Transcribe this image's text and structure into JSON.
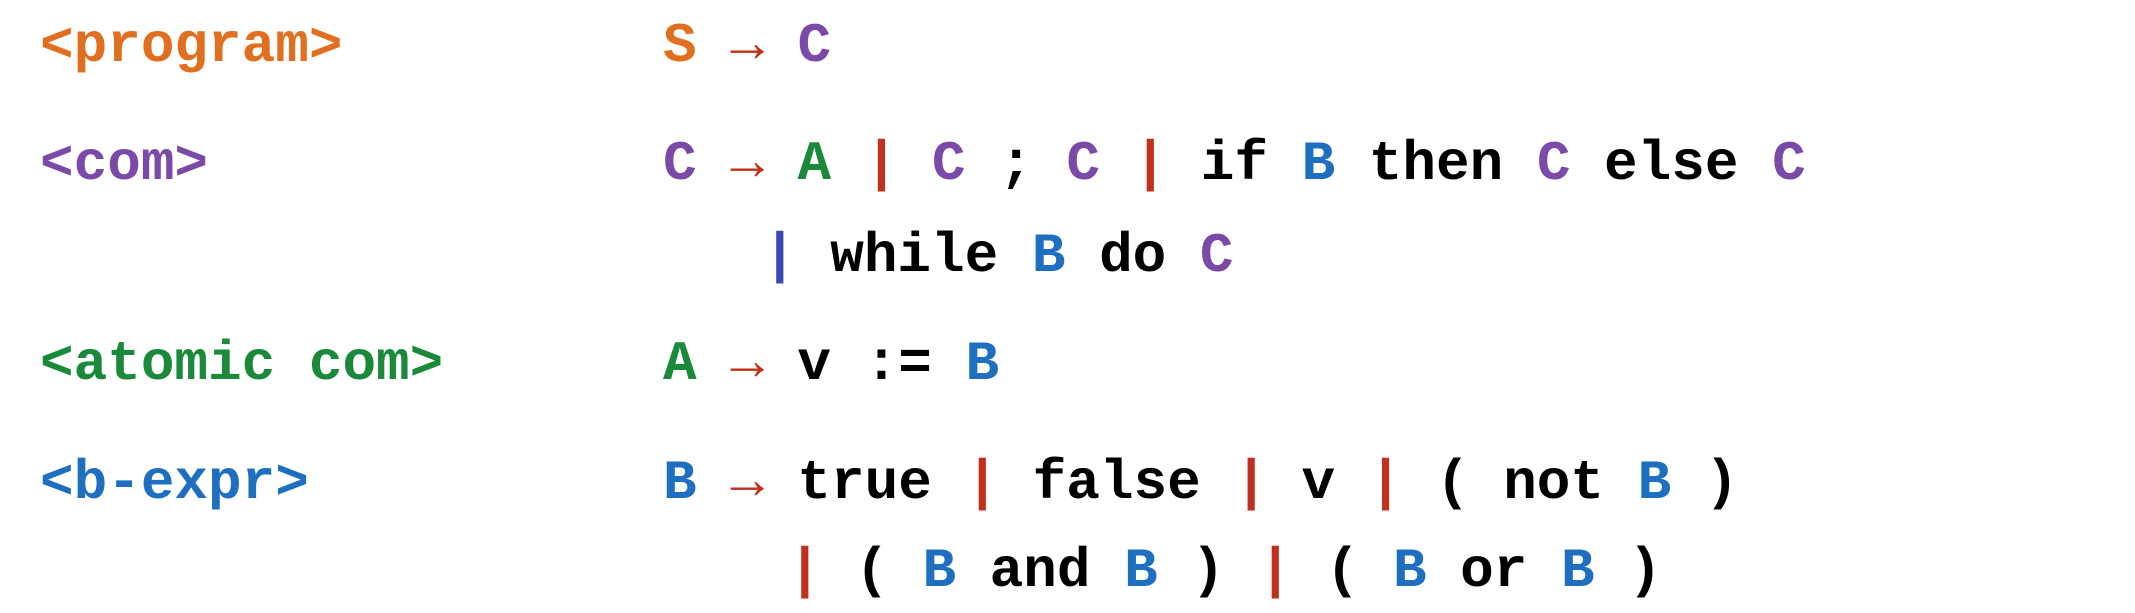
{
  "colors": {
    "program": "#e07020",
    "com": "#7b4aa8",
    "atomic_com": "#1a8a3a",
    "b_expr": "#1f6fc1",
    "arrow": "#c0301c",
    "bar": "#c0301c",
    "bar_com_cont": "#3b4ab0",
    "keyword": "#000000"
  },
  "rules": [
    {
      "nonterminal": "<program>",
      "color_key": "program",
      "lines": [
        [
          {
            "text": "S",
            "color": "program"
          },
          {
            "text": " "
          },
          {
            "text": "→",
            "color": "arrow"
          },
          {
            "text": " "
          },
          {
            "text": "C",
            "color": "com"
          }
        ]
      ]
    },
    {
      "nonterminal": "<com>",
      "color_key": "com",
      "lines": [
        [
          {
            "text": "C",
            "color": "com"
          },
          {
            "text": " "
          },
          {
            "text": "→",
            "color": "arrow"
          },
          {
            "text": " "
          },
          {
            "text": "A",
            "color": "atomic_com"
          },
          {
            "text": " "
          },
          {
            "text": "|",
            "color": "bar"
          },
          {
            "text": " "
          },
          {
            "text": "C",
            "color": "com"
          },
          {
            "text": " ; "
          },
          {
            "text": "C",
            "color": "com"
          },
          {
            "text": " "
          },
          {
            "text": "|",
            "color": "bar"
          },
          {
            "text": " if "
          },
          {
            "text": "B",
            "color": "b_expr"
          },
          {
            "text": " then "
          },
          {
            "text": "C",
            "color": "com"
          },
          {
            "text": " else "
          },
          {
            "text": "C",
            "color": "com"
          }
        ],
        [
          {
            "text": "|",
            "color": "bar_com_cont"
          },
          {
            "text": " while "
          },
          {
            "text": "B",
            "color": "b_expr"
          },
          {
            "text": " do "
          },
          {
            "text": "C",
            "color": "com"
          }
        ]
      ]
    },
    {
      "nonterminal": "<atomic com>",
      "color_key": "atomic_com",
      "lines": [
        [
          {
            "text": "A",
            "color": "atomic_com"
          },
          {
            "text": " "
          },
          {
            "text": "→",
            "color": "arrow"
          },
          {
            "text": " v := "
          },
          {
            "text": "B",
            "color": "b_expr"
          }
        ]
      ]
    },
    {
      "nonterminal": "<b-expr>",
      "color_key": "b_expr",
      "lines": [
        [
          {
            "text": "B",
            "color": "b_expr"
          },
          {
            "text": " "
          },
          {
            "text": "→",
            "color": "arrow"
          },
          {
            "text": " true "
          },
          {
            "text": "|",
            "color": "bar"
          },
          {
            "text": " false "
          },
          {
            "text": "|",
            "color": "bar"
          },
          {
            "text": " v "
          },
          {
            "text": "|",
            "color": "bar"
          },
          {
            "text": " ( not "
          },
          {
            "text": "B",
            "color": "b_expr"
          },
          {
            "text": " )"
          }
        ],
        [
          {
            "text": "|",
            "color": "bar"
          },
          {
            "text": " ( "
          },
          {
            "text": "B",
            "color": "b_expr"
          },
          {
            "text": " and "
          },
          {
            "text": "B",
            "color": "b_expr"
          },
          {
            "text": " ) "
          },
          {
            "text": "|",
            "color": "bar"
          },
          {
            "text": " ( "
          },
          {
            "text": "B",
            "color": "b_expr"
          },
          {
            "text": " or "
          },
          {
            "text": "B",
            "color": "b_expr"
          },
          {
            "text": " )"
          }
        ]
      ]
    }
  ]
}
